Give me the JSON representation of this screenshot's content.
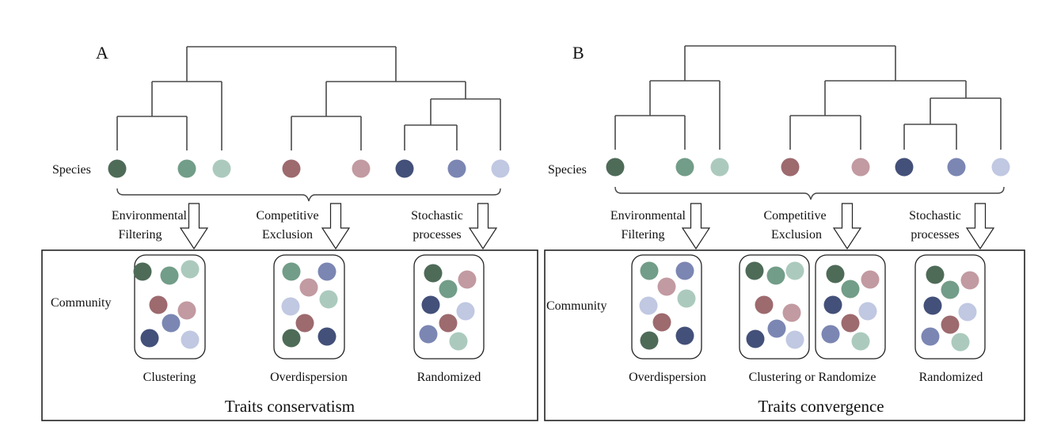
{
  "species_colors": {
    "dark_green": "#4e6b58",
    "mid_green": "#729d88",
    "light_green": "#abcabd",
    "dark_red": "#9d6a6e",
    "light_red": "#c29aa1",
    "dark_blue": "#435079",
    "mid_blue": "#7b86b3",
    "light_blue": "#c0c8e2"
  },
  "panels": [
    {
      "id": "A",
      "label": "A",
      "species_label": "Species",
      "species": [
        "dark_green",
        "mid_green",
        "light_green",
        "dark_red",
        "light_red",
        "dark_blue",
        "mid_blue",
        "light_blue"
      ],
      "processes": [
        {
          "line1": "Environmental",
          "line2": "Filtering"
        },
        {
          "line1": "Competitive",
          "line2": "Exclusion"
        },
        {
          "line1": "Stochastic",
          "line2": "processes"
        }
      ],
      "community_label": "Community",
      "communities": [
        {
          "pattern": "clustering",
          "members": [
            "dark_green",
            "mid_green",
            "light_green",
            "dark_red",
            "light_red",
            "mid_blue",
            "dark_blue",
            "light_blue"
          ]
        },
        {
          "pattern": "overdispersion",
          "members": [
            "mid_green",
            "mid_blue",
            "light_red",
            "light_green",
            "light_blue",
            "dark_red",
            "dark_green",
            "dark_blue"
          ]
        },
        {
          "pattern": "randomized",
          "members": [
            "dark_green",
            "mid_green",
            "light_red",
            "dark_blue",
            "light_blue",
            "dark_red",
            "mid_blue",
            "light_green"
          ]
        }
      ],
      "outcome_labels": [
        "Clustering",
        "Overdispersion",
        "Randomized"
      ],
      "footer": "Traits conservatism"
    },
    {
      "id": "B",
      "label": "B",
      "species_label": "Species",
      "species": [
        "dark_green",
        "mid_green",
        "light_green",
        "dark_red",
        "light_red",
        "dark_blue",
        "mid_blue",
        "light_blue"
      ],
      "processes": [
        {
          "line1": "Environmental",
          "line2": "Filtering"
        },
        {
          "line1": "Competitive",
          "line2": "Exclusion"
        },
        {
          "line1": "Stochastic",
          "line2": "processes"
        }
      ],
      "community_label": "Community",
      "communities": [
        {
          "pattern": "overdispersion",
          "members": [
            "mid_green",
            "mid_blue",
            "light_red",
            "light_green",
            "light_blue",
            "dark_red",
            "dark_green",
            "dark_blue"
          ]
        },
        {
          "pattern": "clustering",
          "members": [
            "dark_green",
            "mid_green",
            "light_green",
            "dark_red",
            "light_red",
            "mid_blue",
            "dark_blue",
            "light_blue"
          ]
        },
        {
          "pattern": "randomized",
          "members": [
            "dark_green",
            "mid_green",
            "light_red",
            "dark_blue",
            "light_blue",
            "dark_red",
            "mid_blue",
            "light_green"
          ]
        },
        {
          "pattern": "randomized",
          "members": [
            "dark_green",
            "mid_green",
            "light_red",
            "dark_blue",
            "light_blue",
            "dark_red",
            "mid_blue",
            "light_green"
          ]
        }
      ],
      "outcome_labels": [
        "Overdispersion",
        "Clustering or Randomize",
        "Randomized"
      ],
      "footer": "Traits convergence"
    }
  ],
  "tree_topology": "(((s0,s1),s2),((s3,s4),((s5,s6),s7)))"
}
